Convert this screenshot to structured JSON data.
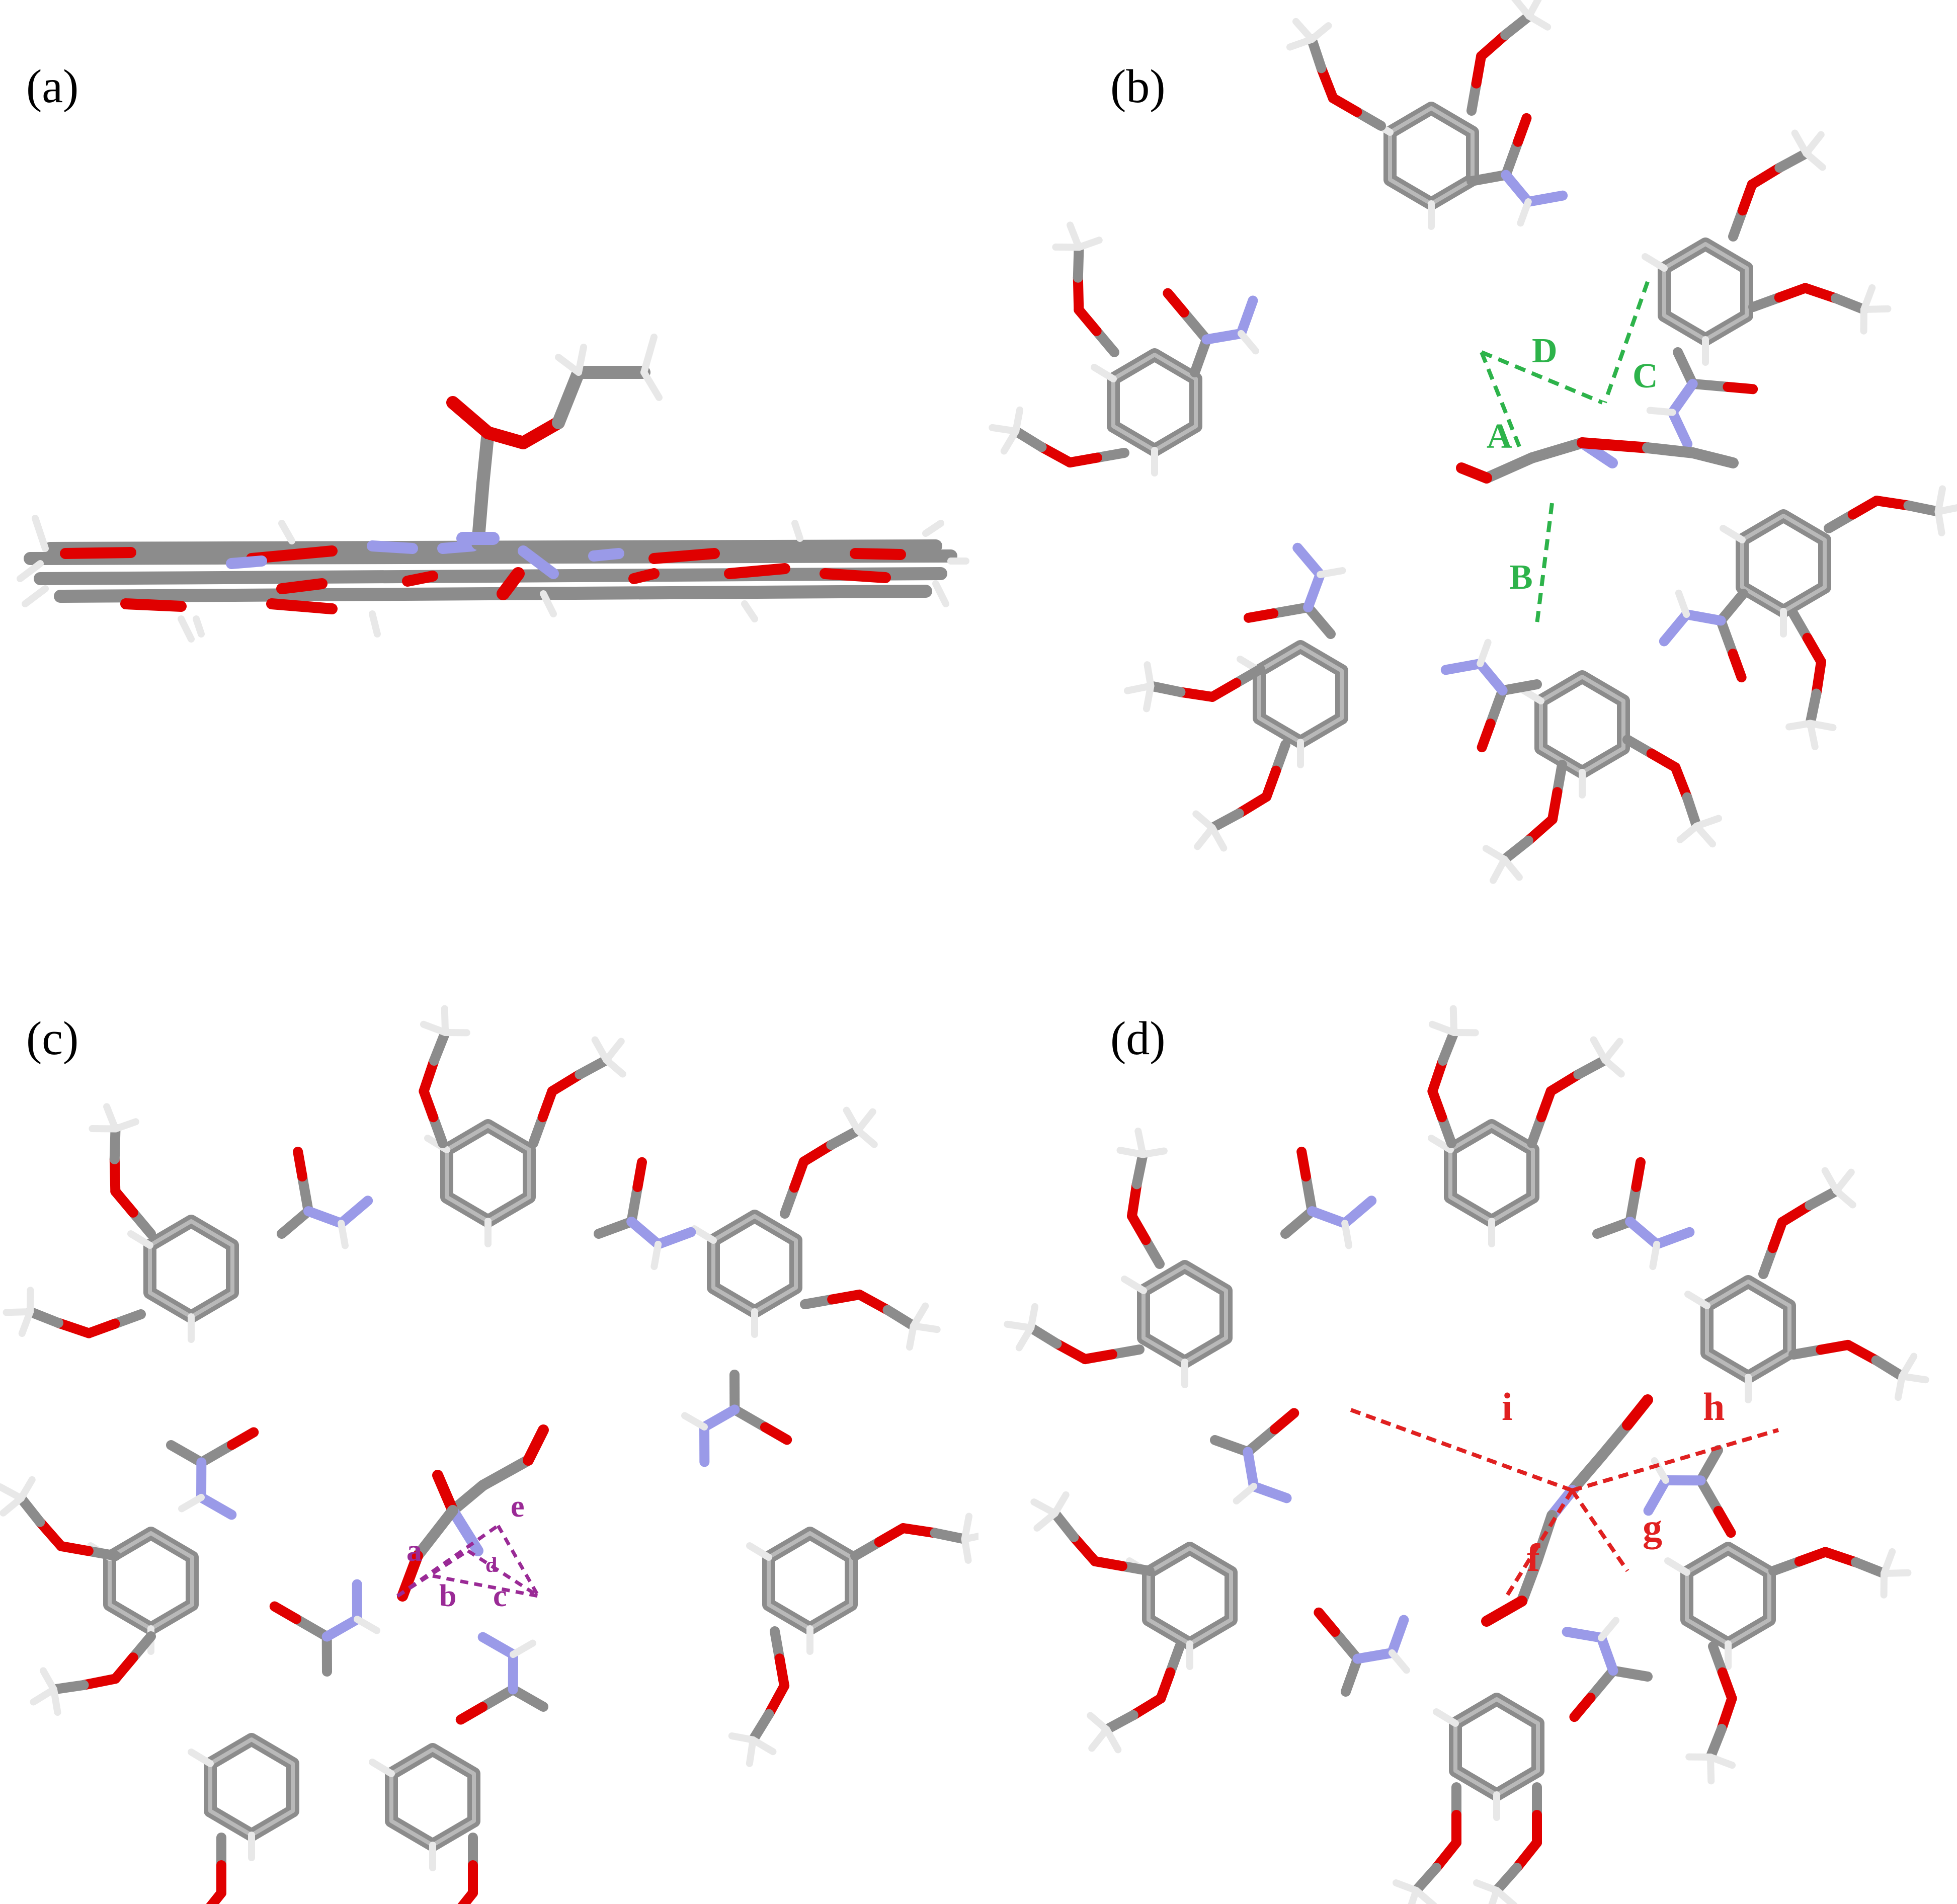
{
  "panels": {
    "a": {
      "label": "(a)"
    },
    "b": {
      "label": "(b)",
      "bond_labels": [
        "A",
        "B",
        "C",
        "D"
      ],
      "interaction_color": "#2db34a"
    },
    "c": {
      "label": "(c)",
      "bond_labels": [
        "a",
        "b",
        "c",
        "d",
        "e"
      ],
      "interaction_color": "#9a2a96"
    },
    "d": {
      "label": "(d)",
      "bond_labels": [
        "f",
        "g",
        "h",
        "i"
      ],
      "interaction_color": "#e02020"
    }
  },
  "atom_colors": {
    "carbon": "#8c8c8c",
    "oxygen": "#e00000",
    "nitrogen": "#9a9ae8",
    "hydrogen": "#e8e8e8"
  }
}
